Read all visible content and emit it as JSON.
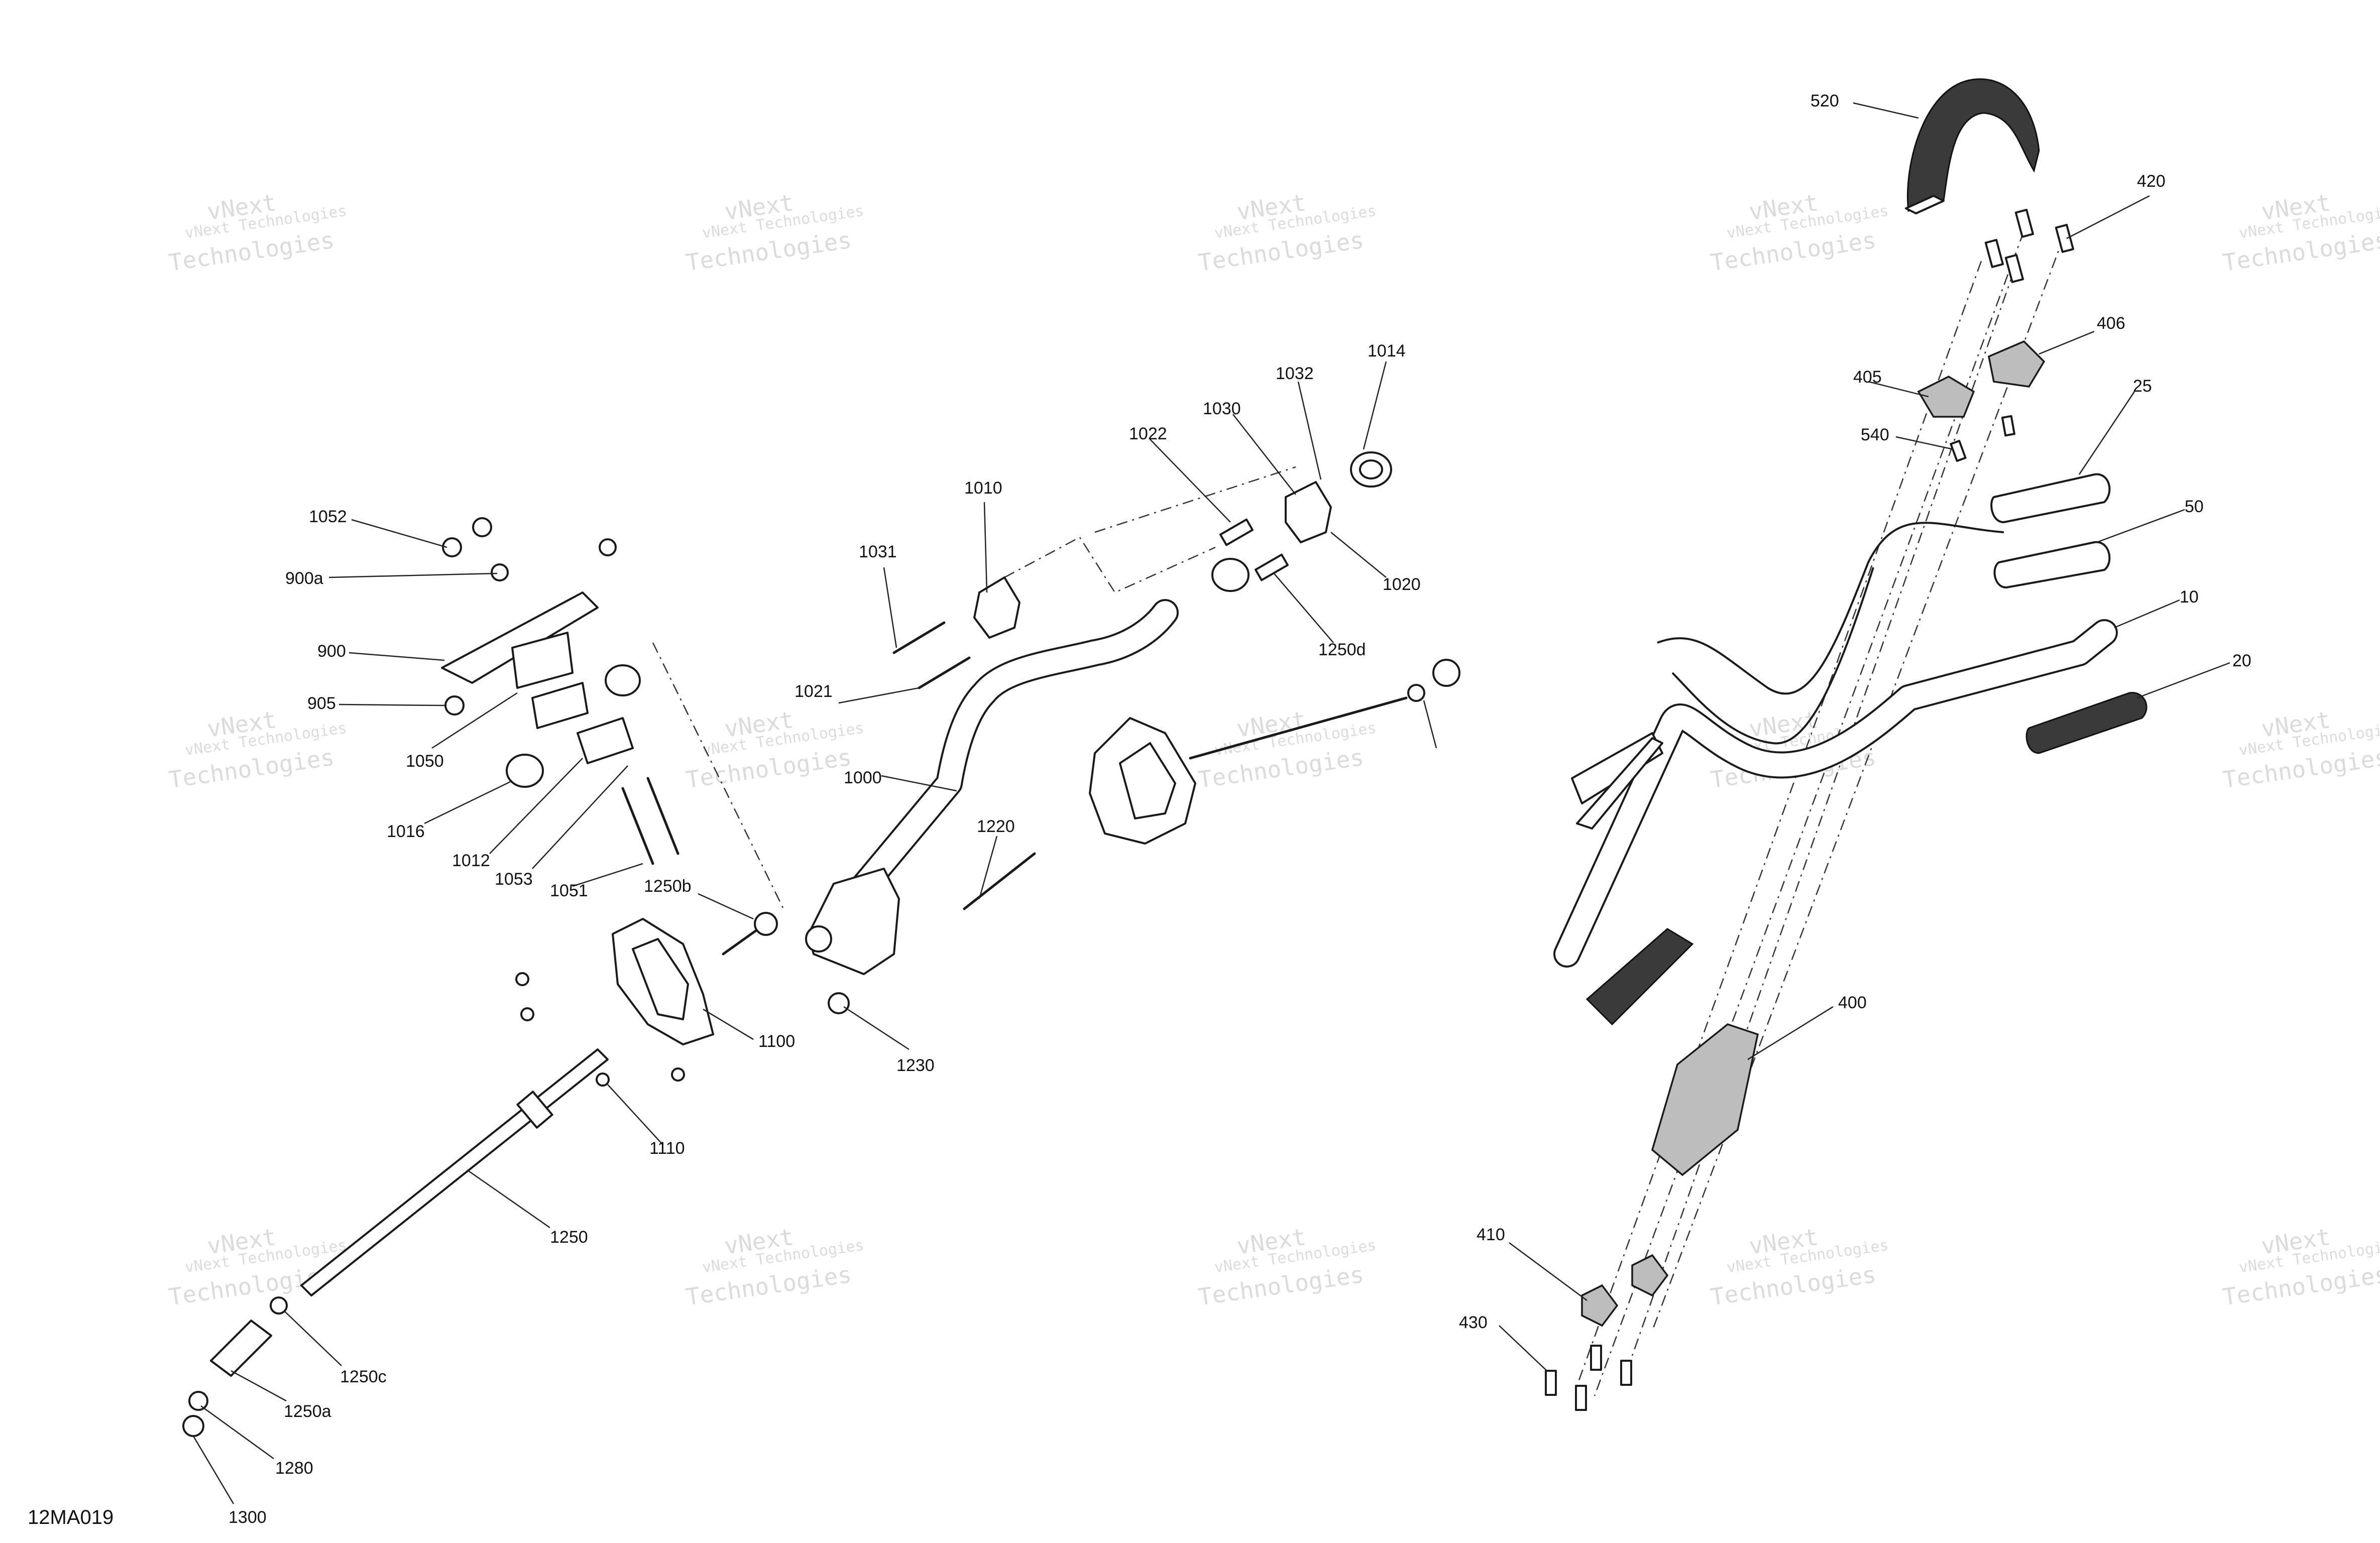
{
  "drawing_code": "12MA019",
  "watermark": {
    "line1": "vNext Technologies",
    "line2": "vNext",
    "line3": "Technologies"
  },
  "callouts": [
    "520",
    "420",
    "406",
    "405",
    "540",
    "25",
    "50",
    "10",
    "20",
    "400",
    "410",
    "430",
    "1052",
    "900a",
    "900",
    "905",
    "1050",
    "1016",
    "1012",
    "1053",
    "1051",
    "1010",
    "1031",
    "1021",
    "1000",
    "1220",
    "1230",
    "1250b",
    "1100",
    "1110",
    "1250",
    "1250c",
    "1250a",
    "1280",
    "1300",
    "1032",
    "1014",
    "1030",
    "1022",
    "1020",
    "1250d"
  ]
}
